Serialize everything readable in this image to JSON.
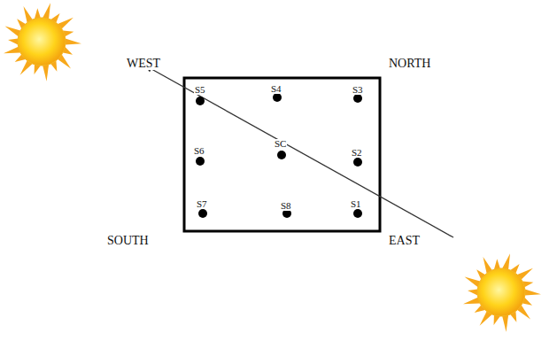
{
  "diagram": {
    "labels": [
      "WEST",
      "NORTH",
      "S5",
      "S4",
      "S3",
      "S6",
      "SC",
      "S2",
      "S7",
      "S8",
      "S1",
      "SOUTH",
      "EAST"
    ]
  }
}
